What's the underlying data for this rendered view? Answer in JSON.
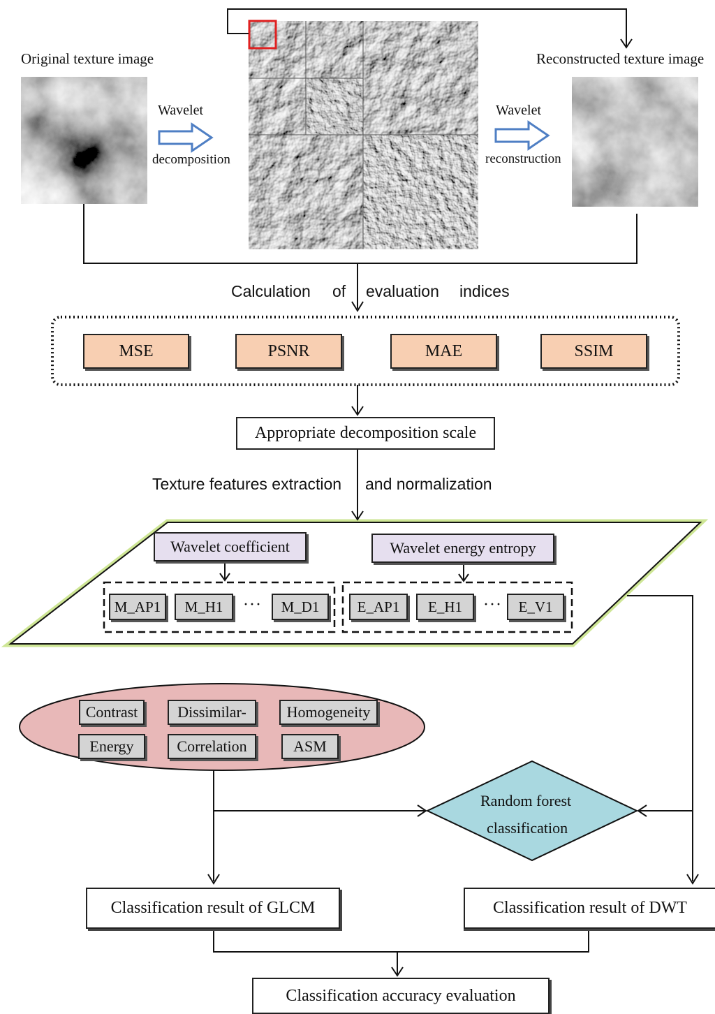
{
  "top": {
    "original_label": "Original texture image",
    "reconstructed_label": "Reconstructed texture image",
    "decomposition_line1": "Wavelet",
    "decomposition_line2": "decomposition",
    "reconstruction_line1": "Wavelet",
    "reconstruction_line2": "reconstruction"
  },
  "evaluation": {
    "caption_parts": [
      "Calculation",
      "of",
      "evaluation",
      "indices"
    ],
    "indices": [
      "MSE",
      "PSNR",
      "MAE",
      "SSIM"
    ]
  },
  "scale_box": "Appropriate decomposition scale",
  "extraction": {
    "caption_left": "Texture features extraction",
    "caption_right": "and normalization"
  },
  "features": {
    "coefficient_title": "Wavelet coefficient",
    "coefficient_items": [
      "M_AP1",
      "M_H1",
      "M_D1"
    ],
    "entropy_title": "Wavelet energy entropy",
    "entropy_items": [
      "E_AP1",
      "E_H1",
      "E_V1"
    ],
    "ellipsis": "···"
  },
  "glcm_features": [
    "Contrast",
    "Dissimilar-",
    "Homogeneity",
    "Energy",
    "Correlation",
    "ASM"
  ],
  "classifier": {
    "line1": "Random forest",
    "line2": "classification"
  },
  "results": {
    "glcm": "Classification result of GLCM",
    "dwt": "Classification result of DWT",
    "accuracy": "Classification accuracy evaluation"
  },
  "colors": {
    "index_box": "#f8cfb2",
    "wavelet_title_box": "#e6dfef",
    "feature_box": "#d4d4d4",
    "glcm_ellipse": "#e8b8b8",
    "classifier_diamond": "#a9d8e0",
    "parallelogram_glow": "#c9e38a",
    "arrow_outline": "#4f7fc4",
    "highlight_square": "#e02020"
  }
}
